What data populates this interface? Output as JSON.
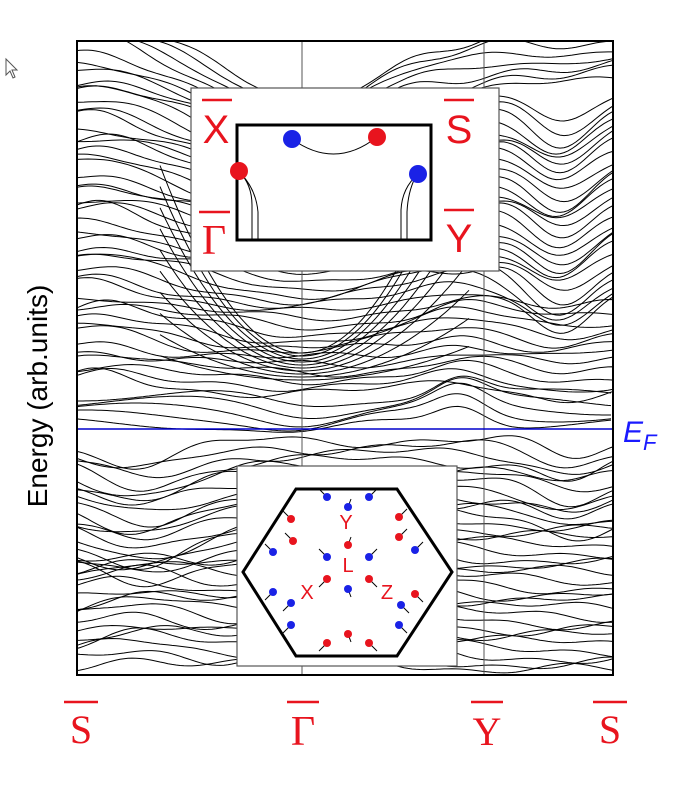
{
  "chart_data": {
    "type": "line",
    "ylabel": "Energy (arb.units)",
    "x_tick_labels": [
      "S",
      "Γ",
      "Y",
      "S"
    ],
    "fermi_label": {
      "main": "E",
      "sub": "F"
    },
    "y_ticks": "none",
    "grid": "vertical lines at Γ and Y",
    "note": "dense multi-band structure; individual band values are not labeled",
    "colors": {
      "axis": "#000000",
      "bands": "#000000",
      "fermi_line": "#0000cc",
      "labels": "#e8141e",
      "fermi_label": "#1a1aff",
      "red_dot": "#e8141e",
      "blue_dot": "#1a22e6"
    },
    "inset_top": {
      "corner_labels": {
        "top_left": "X",
        "top_right": "S",
        "bottom_left": "Γ",
        "bottom_right": "Y"
      }
    },
    "inset_bottom": {
      "labels": [
        "Y",
        "L",
        "X",
        "Z"
      ]
    }
  }
}
